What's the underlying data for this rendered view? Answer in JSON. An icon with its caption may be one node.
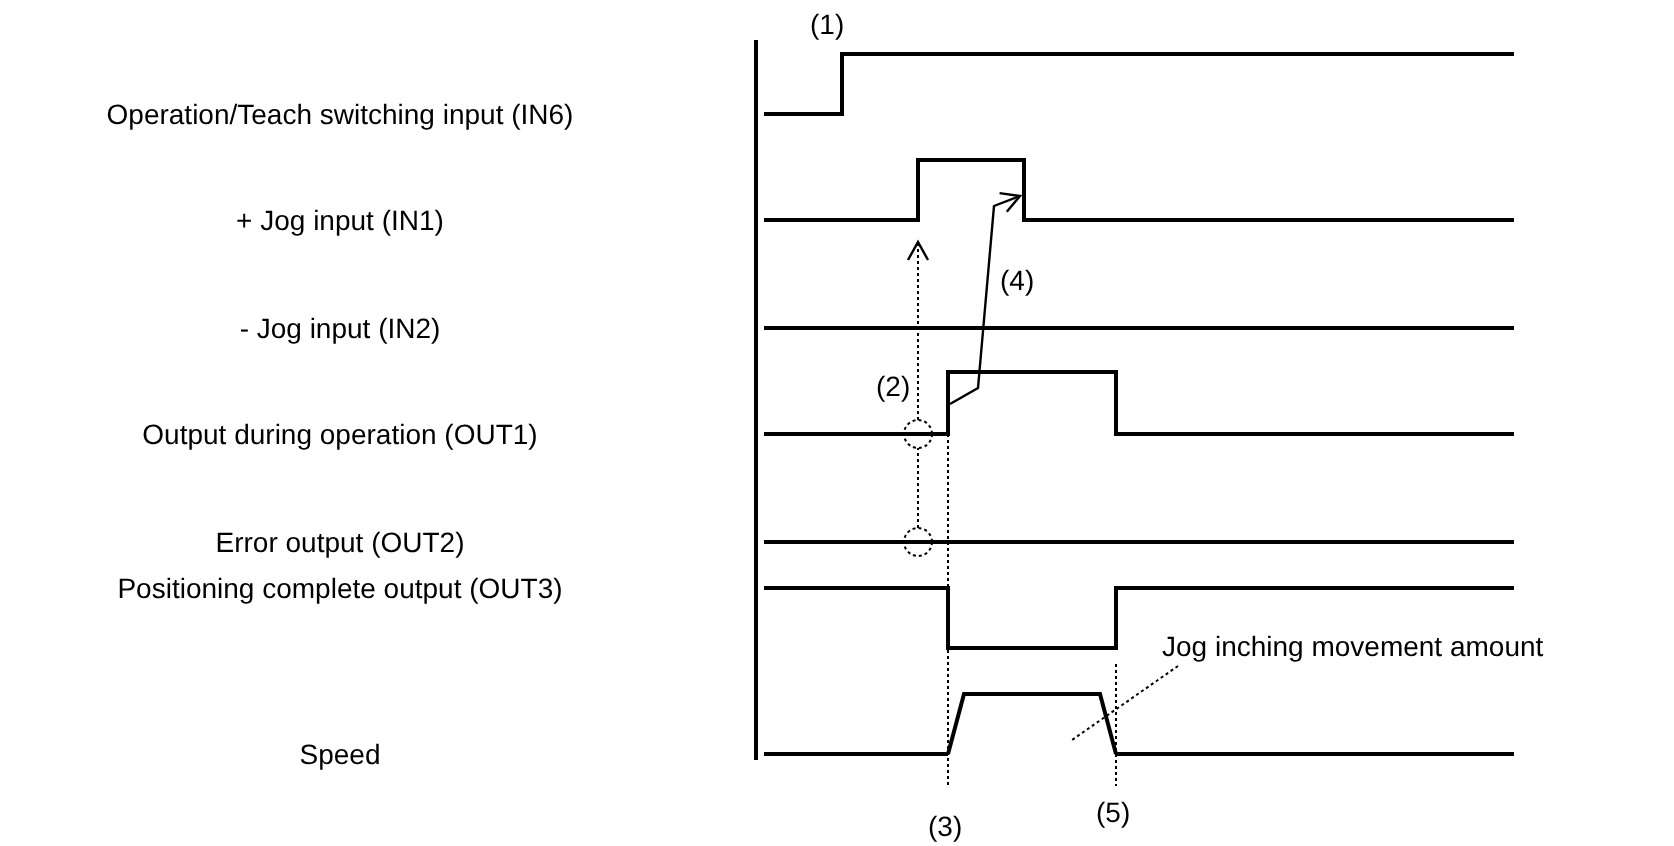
{
  "diagram": {
    "nodes": [
      {
        "text": [
          "Jog inching movement amount"
        ]
      },
      {
        "text": [],
        "shape": "trapezoid"
      }
    ],
    "edges": [
      {
        "from": 0,
        "to": 1,
        "arrow": "none",
        "style": "dashed"
      }
    ],
    "labels": [
      "(1)",
      "Operation/Teach switching input (IN6)",
      "+ Jog input (IN1)",
      "(4)",
      "- Jog input (IN2)",
      "(2)",
      "Output during operation (OUT1)",
      "Error output (OUT2)",
      "Positioning complete output (OUT3)",
      "Speed",
      "(5)",
      "(3)"
    ]
  }
}
